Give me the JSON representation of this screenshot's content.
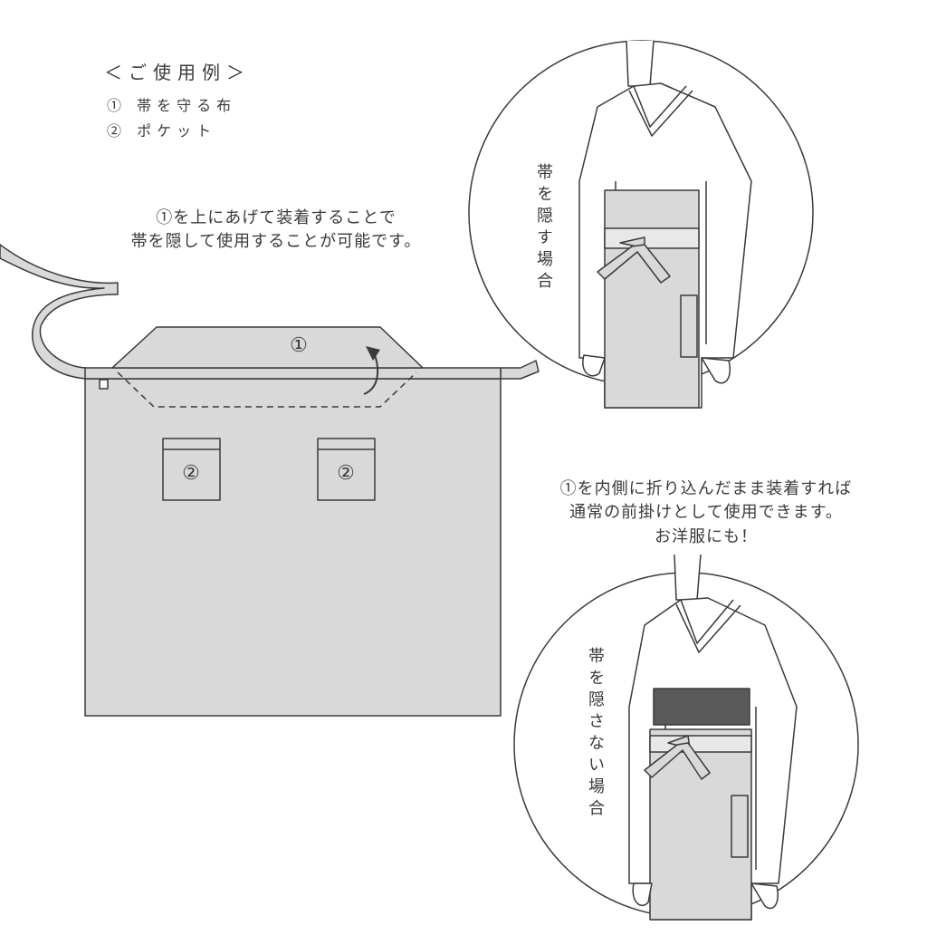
{
  "heading": "＜ご使用例＞",
  "legend": [
    "① 帯を守る布",
    "② ポケット"
  ],
  "caption_top": [
    "①を上にあげて装着することで",
    "帯を隠して使用することが可能です。"
  ],
  "caption_bottom": [
    "①を内側に折り込んだまま装着すれば",
    "通常の前掛けとして使用できます。",
    "お洋服にも！"
  ],
  "label_hide": "帯を隠す場合",
  "label_show": "帯を隠さない場合",
  "flap_label": "①",
  "pocket_label": "②",
  "colors": {
    "fabric": "#d9d9d9",
    "line": "#3a3a3a",
    "obi_dark": "#595959"
  }
}
